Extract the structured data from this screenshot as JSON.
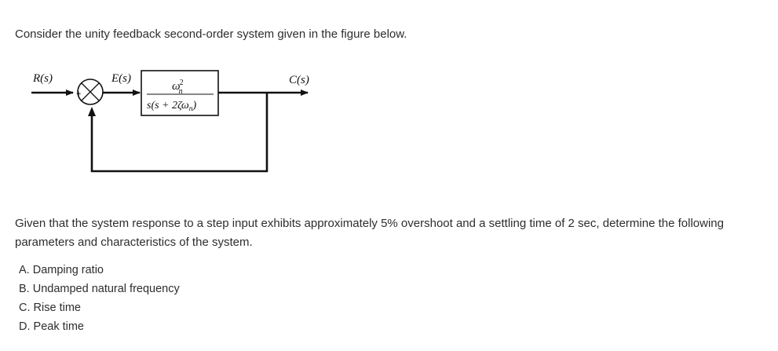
{
  "question": {
    "intro": "Consider the unity feedback second-order system given in the figure below.",
    "paragraph": "Given that the system response to a step input exhibits approximately 5% overshoot and a settling time of 2 sec, determine the following parameters and characteristics of the system.",
    "parts": [
      "A. Damping ratio",
      "B. Undamped natural frequency",
      "C. Rise time",
      "D. Peak time"
    ]
  },
  "diagram": {
    "input_label": "R(s)",
    "error_label": "E(s)",
    "output_label": "C(s)",
    "plus_sign": "+",
    "minus_sign": "−",
    "tf_numerator": "ω",
    "tf_numerator_sup": "2",
    "tf_numerator_sub": "n",
    "tf_denominator": "s(s + 2ζω",
    "tf_denominator_sub": "n",
    "tf_denominator_close": ")"
  }
}
